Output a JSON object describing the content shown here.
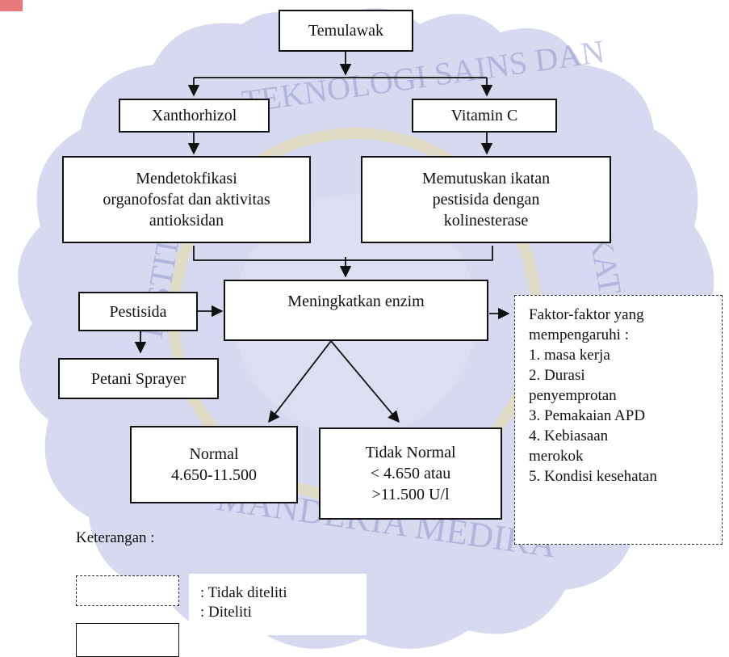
{
  "nodes": {
    "temulawak": "Temulawak",
    "xanthorhizol": "Xanthorhizol",
    "vitamin_c": "Vitamin C",
    "mendetok": [
      "Mendetokfikasi",
      "organofosfat dan aktivitas",
      "antioksidan"
    ],
    "memutuskan": [
      "Memutuskan ikatan",
      "pestisida dengan",
      "kolinesterase"
    ],
    "pestisida": "Pestisida",
    "meningkatkan": "Meningkatkan enzim",
    "petani": "Petani Sprayer",
    "normal": [
      "Normal",
      "4.650-11.500"
    ],
    "tidak_normal": [
      "Tidak Normal",
      "< 4.650 atau",
      ">11.500 U/l"
    ]
  },
  "factors": {
    "lines": [
      "Faktor-faktor yang",
      "mempengaruhi :",
      "1. masa kerja",
      "2. Durasi",
      "penyemprotan",
      "3. Pemakaian APD",
      "4. Kebiasaan",
      "merokok",
      "5. Kondisi kesehatan"
    ]
  },
  "legend": {
    "title": "Keterangan :",
    "not_studied": ": Tidak diteliti",
    "studied": ": Diteliti"
  },
  "watermark": {
    "top_text": "TEKNOLOGI SAINS DAN",
    "bottom_text": "MANDEKIA MEDIKA",
    "left_text": "INSTITUT",
    "right_text": "KATA",
    "color": "#b4b9e3",
    "ring_color": "#e9dca0"
  }
}
